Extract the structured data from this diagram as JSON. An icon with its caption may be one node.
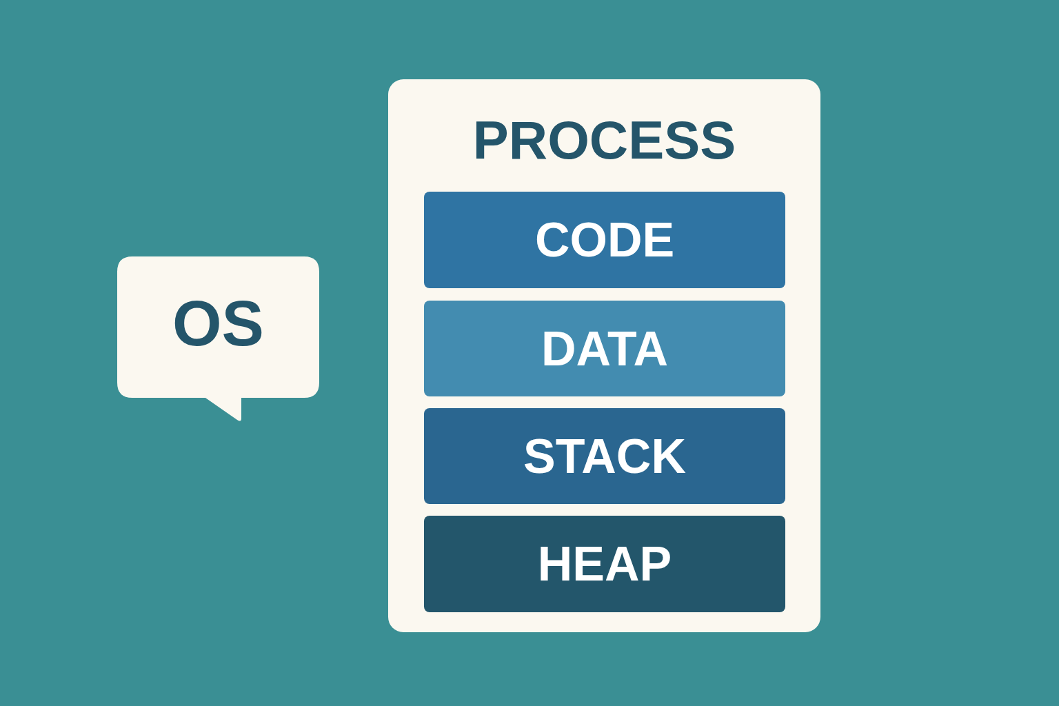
{
  "diagram": {
    "nodes": [
      {
        "text": [
          "OS"
        ]
      },
      {
        "text": [
          "PROCESS"
        ]
      },
      {
        "text": [
          "CODE"
        ],
        "in": 1
      },
      {
        "text": [
          "DATA"
        ],
        "in": 1
      },
      {
        "text": [
          "STACK"
        ],
        "in": 1
      },
      {
        "text": [
          "HEAP"
        ],
        "in": 1
      }
    ]
  }
}
